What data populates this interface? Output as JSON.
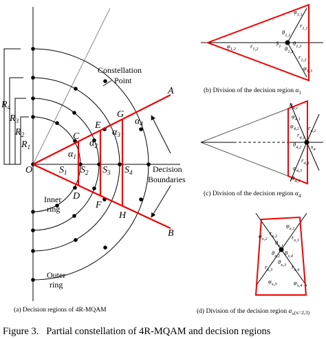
{
  "figure": {
    "caption": "Figure 3.   Partial constellation of 4R-MQAM and decision regions"
  },
  "panel_a": {
    "caption": "(a) Decision regions of 4R-MQAM",
    "label_origin": "O",
    "label_A": "A",
    "label_B": "B",
    "label_C": "C",
    "label_D": "D",
    "label_E": "E",
    "label_F": "F",
    "label_G": "G",
    "label_H": "H",
    "label_S1": "S",
    "label_S1_sub": "1",
    "label_S2": "S",
    "label_S2_sub": "2",
    "label_S3": "S",
    "label_S3_sub": "3",
    "label_S4": "S",
    "label_S4_sub": "4",
    "label_alpha1": "α",
    "label_alpha1_sub": "1",
    "label_alpha2": "α",
    "label_alpha2_sub": "2",
    "label_alpha3": "α",
    "label_alpha3_sub": "3",
    "label_alpha4": "α",
    "label_alpha4_sub": "4",
    "label_R1": "R",
    "label_R1_sub": "1",
    "label_R2": "R",
    "label_R2_sub": "2",
    "label_R3": "R",
    "label_R3_sub": "3",
    "label_R4": "R",
    "label_R4_sub": "4",
    "constellation_line1": "Constellation",
    "constellation_line2": "Point",
    "decision_line1": "Decision",
    "decision_line2": "Boundaries",
    "inner_line1": "Inner",
    "inner_line2": "ring",
    "outer_line1": "Outer",
    "outer_line2": "ring"
  },
  "panel_b": {
    "caption_text": "(b) Division of the decision region ",
    "caption_alpha": "α",
    "caption_sub": "1",
    "phi11": "φ",
    "phi11_sub": "1,1",
    "phi12": "φ",
    "phi12_sub": "1,2",
    "phi13": "φ",
    "phi13_sub": "1,3",
    "r11": "r",
    "r11_sub": "1,1",
    "r12": "r",
    "r12_sub": "1,2",
    "r13": "r",
    "r13_sub": "1,3",
    "th11": "θ",
    "th11_sub": "1,1",
    "th12": "θ",
    "th12_sub": "1,2",
    "th13": "θ",
    "th13_sub": "1,3",
    "s1": "S",
    "s1_sub": "1"
  },
  "panel_c": {
    "caption_text": "(c) Division of the decision region ",
    "caption_alpha": "α",
    "caption_sub": "4",
    "th41": "θ",
    "th41_sub": "4,1",
    "th42": "θ",
    "th42_sub": "4,2",
    "th43": "θ",
    "th43_sub": "4,3",
    "phi41": "φ",
    "phi41_sub": "4,1",
    "phi42": "φ",
    "phi42_sub": "4,2",
    "phi43": "φ",
    "phi43_sub": "4,3",
    "r41": "r",
    "r41_sub": "4,1",
    "r42": "r",
    "r42_sub": "4,2",
    "r43": "r",
    "r43_sub": "4,3",
    "s4": "s",
    "s4_sub": "4"
  },
  "panel_d": {
    "caption_text": "(d) Division of the decision region ",
    "caption_alpha": "α",
    "caption_sub": "x",
    "caption_cond": "(x=2,3)",
    "phix1": "φ",
    "phix1_sub": "x,1",
    "phix2": "φ",
    "phix2_sub": "x,2",
    "phix3": "φ",
    "phix3_sub": "x,3",
    "phix4": "φ",
    "phix4_sub": "x,4",
    "rx1": "r",
    "rx1_sub": "x,1",
    "rx2": "r",
    "rx2_sub": "x,2",
    "rx3": "r",
    "rx3_sub": "x,3",
    "rx4": "r",
    "rx4_sub": "x,4",
    "thx1": "θ",
    "thx1_sub": "x,1",
    "thx2": "θ",
    "thx2_sub": "x,2",
    "thx3": "θ",
    "thx3_sub": "x,3",
    "thx4": "θ",
    "thx4_sub": "x,4"
  }
}
